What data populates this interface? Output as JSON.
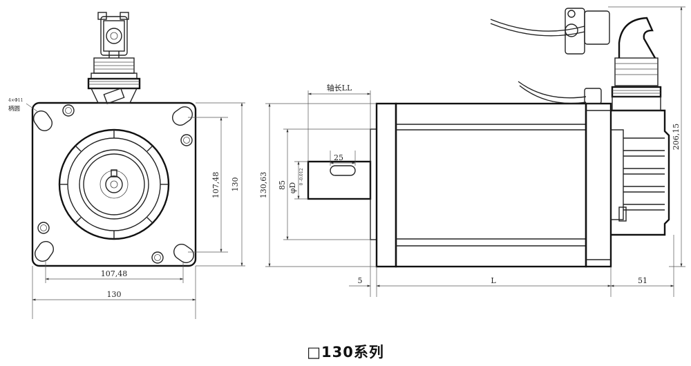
{
  "caption": "□130系列",
  "front_view": {
    "hole_note_line1": "4×Φ11",
    "hole_note_line2": "柄圆",
    "dim_h_inner": "107,48",
    "dim_h_outer": "130",
    "dim_v_inner": "107,48",
    "dim_v_outer": "130"
  },
  "side_view": {
    "shaft_length_label": "轴长LL",
    "dim_key": "25",
    "dim_flange": "130,63",
    "dim_spigot": "85",
    "dim_shaft_dia": "φD",
    "dim_shaft_tol": "0 -0.012",
    "dim_flange_thk": "5",
    "dim_body": "L",
    "dim_rear": "51",
    "dim_height": "206,15"
  }
}
